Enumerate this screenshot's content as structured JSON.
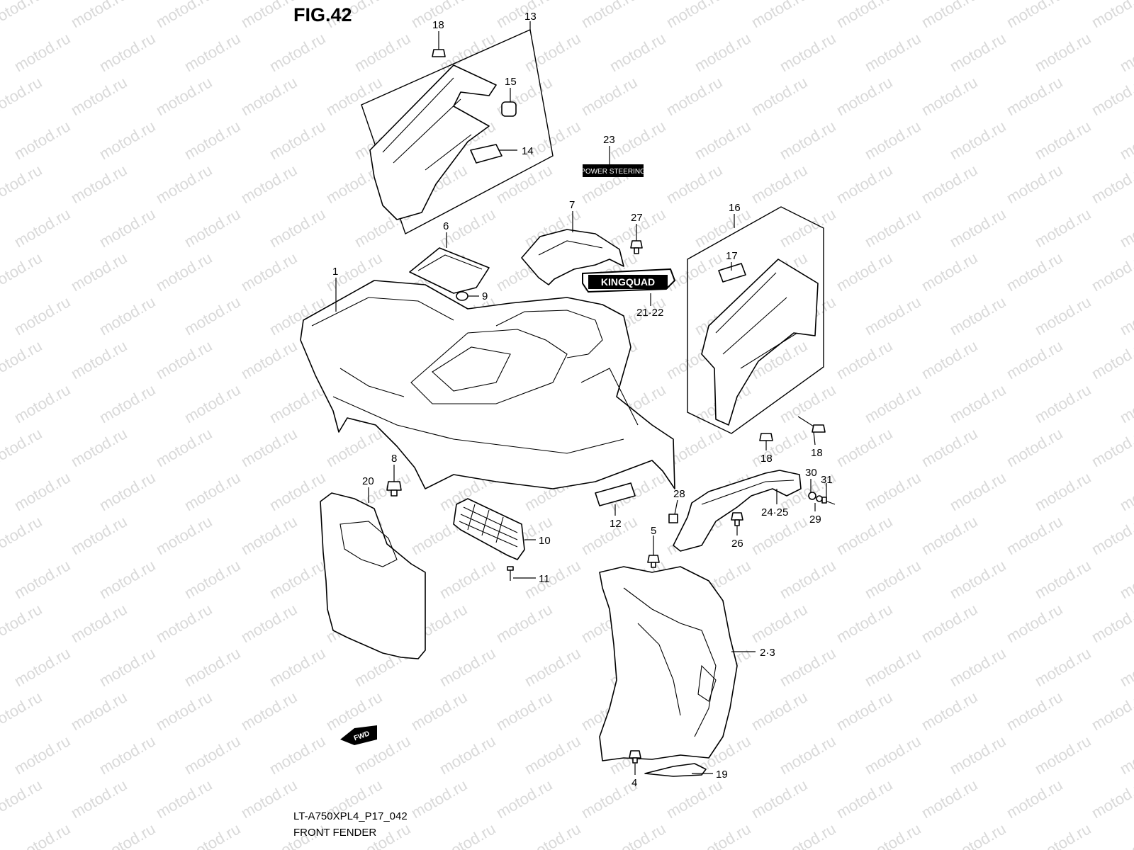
{
  "figure": {
    "title": "FIG.42",
    "code": "LT-A750XPL4_P17_042",
    "name": "FRONT FENDER"
  },
  "watermark": "motod.ru",
  "labels": {
    "l1": "1",
    "l23": "2·3",
    "l4": "4",
    "l5": "5",
    "l6": "6",
    "l7": "7",
    "l8": "8",
    "l9": "9",
    "l10": "10",
    "l11": "11",
    "l12": "12",
    "l13": "13",
    "l14": "14",
    "l15": "15",
    "l16": "16",
    "l17": "17",
    "l18a": "18",
    "l18b": "18",
    "l18c": "18",
    "l19": "19",
    "l20": "20",
    "l2122": "21·22",
    "l23n": "23",
    "l2425": "24·25",
    "l26": "26",
    "l27": "27",
    "l28": "28",
    "l29": "29",
    "l30": "30",
    "l31": "31"
  },
  "decals": {
    "power_steering": "POWER STEERING",
    "kingquad": "KINGQUAD",
    "fwd": "FWD"
  }
}
